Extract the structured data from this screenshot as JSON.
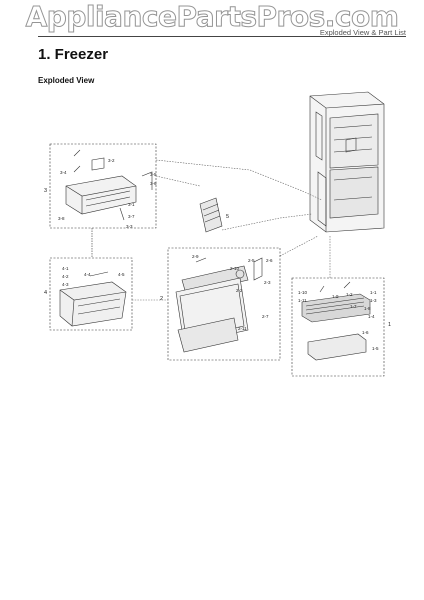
{
  "watermark": "AppliancePartsPros.com",
  "header_text": "Exploded View & Part List",
  "section_title": "1. Freezer",
  "subtitle": "Exploded View",
  "callouts": {
    "basket_assy": "3",
    "basket_lower": "4",
    "filter": "5",
    "door_assy": "2",
    "rail_assy": "1",
    "c_3_1": "3-1",
    "c_3_2": "3-2",
    "c_3_3": "3-3",
    "c_3_4": "3-4",
    "c_3_5": "3-5",
    "c_3_6": "3-6",
    "c_3_7": "3-7",
    "c_3_8": "3-8",
    "c_4_1": "4-1",
    "c_4_2": "4-2",
    "c_4_3": "4-3",
    "c_4_4": "4-4",
    "c_4_5": "4-5",
    "c_2_5": "2-5",
    "c_2_6": "2-6",
    "c_2_7": "2-7",
    "c_2_9": "2-9",
    "c_2_10": "2-10",
    "c_2_11": "2-11",
    "c_2_2": "2-2",
    "c_2_3": "2-3",
    "c_1_1": "1-1",
    "c_1_2": "1-2",
    "c_1_3": "1-3",
    "c_1_4": "1-4",
    "c_1_5": "1-5",
    "c_1_6": "1-6",
    "c_1_7": "1-7",
    "c_1_8": "1-8",
    "c_1_9": "1-9",
    "c_1_10": "1-10",
    "c_1_11": "1-11"
  }
}
